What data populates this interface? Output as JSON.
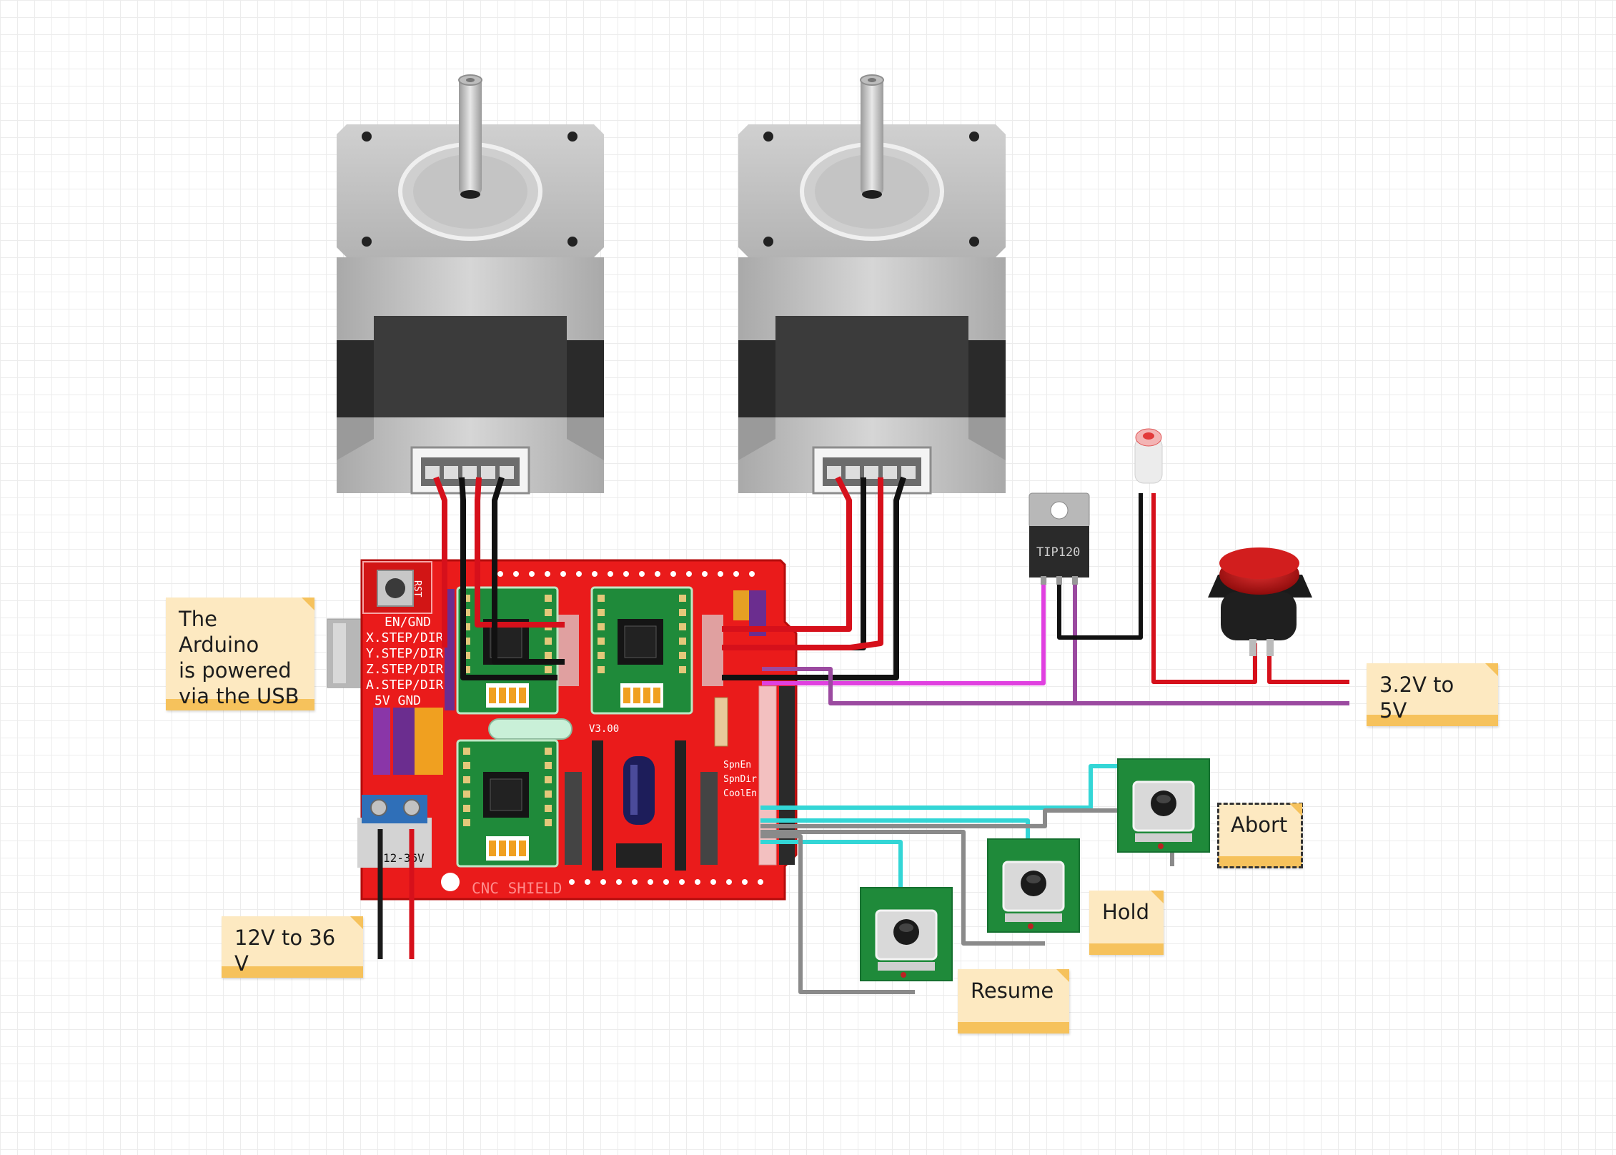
{
  "notes": {
    "arduino_power": "The Arduino\nis powered\nvia the USB",
    "supply_voltage": "12V to 36 V",
    "logic_voltage": "3.2V to 5V",
    "abort": "Abort",
    "hold": "Hold",
    "resume": "Resume"
  },
  "board": {
    "title": "CNC SHIELD",
    "reset_label": "RST",
    "pin_labels": [
      "EN/GND",
      "X.STEP/DIR",
      "Y.STEP/DIR",
      "Z.STEP/DIR",
      "A.STEP/DIR",
      "5V GND"
    ],
    "right_labels": [
      "SpnEn",
      "SpnDir",
      "CoolEn"
    ],
    "terminal_label": "12-36V",
    "version_label": "V3.00"
  },
  "transistor": {
    "label": "TIP120"
  },
  "colors": {
    "wire_red": "#d6101b",
    "wire_black": "#111111",
    "wire_magenta": "#e040e0",
    "wire_purple": "#9b4aa0",
    "wire_cyan": "#33d6d6",
    "wire_grey": "#8a8a8a",
    "board_red": "#ea1b1b",
    "driver_green": "#1f8a3a",
    "note_bg": "#fde9c1",
    "note_stripe": "#f6c25c"
  },
  "icons": {
    "motors": "stepper-motor-icon",
    "pushbuttons": "tactile-switch-icon",
    "estop": "mushroom-button-icon",
    "led": "led-icon"
  }
}
